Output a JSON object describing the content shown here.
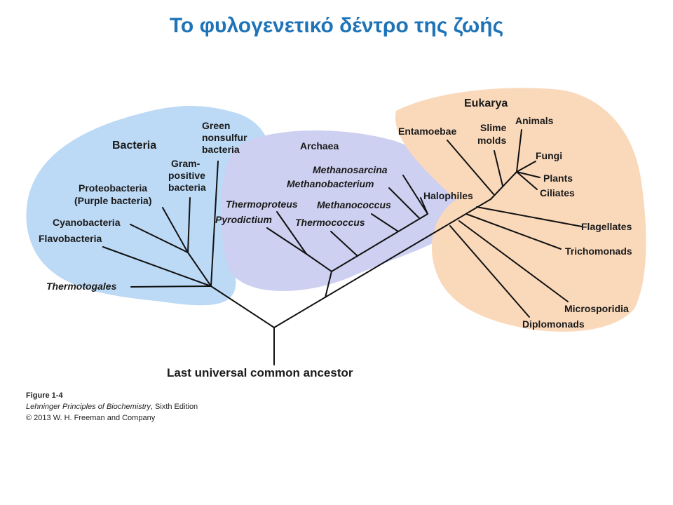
{
  "slide": {
    "title": "Το φυλογενετικό δέντρο της ζωής"
  },
  "diagram": {
    "root_label": "Last universal common ancestor",
    "colors": {
      "bacteria": "#bcd9f5",
      "archaea": "#cdd0f0",
      "eukarya": "#fad9bb",
      "branch": "#111111"
    },
    "domains": {
      "bacteria": {
        "label": "Bacteria",
        "taxa": {
          "green_nonsulfur": [
            "Green",
            "nonsulfur",
            "bacteria"
          ],
          "gram_positive": [
            "Gram-",
            "positive",
            "bacteria"
          ],
          "proteobacteria": [
            "Proteobacteria",
            "(Purple bacteria)"
          ],
          "cyanobacteria": "Cyanobacteria",
          "flavobacteria": "Flavobacteria",
          "thermotogales": "Thermotogales"
        }
      },
      "archaea": {
        "label": "Archaea",
        "taxa": {
          "methanosarcina": "Methanosarcina",
          "methanobacterium": "Methanobacterium",
          "halophiles": "Halophiles",
          "thermoproteus": "Thermoproteus",
          "methanococcus": "Methanococcus",
          "pyrodictium": "Pyrodictium",
          "thermococcus": "Thermococcus"
        }
      },
      "eukarya": {
        "label": "Eukarya",
        "taxa": {
          "entamoebae": "Entamoebae",
          "slime_molds": [
            "Slime",
            "molds"
          ],
          "animals": "Animals",
          "fungi": "Fungi",
          "plants": "Plants",
          "ciliates": "Ciliates",
          "flagellates": "Flagellates",
          "trichomonads": "Trichomonads",
          "microsporidia": "Microsporidia",
          "diplomonads": "Diplomonads"
        }
      }
    }
  },
  "caption": {
    "figure": "Figure 1-4",
    "book_title": "Lehninger Principles of Biochemistry",
    "edition": ", Sixth Edition",
    "copyright": "© 2013 W. H. Freeman and Company"
  }
}
